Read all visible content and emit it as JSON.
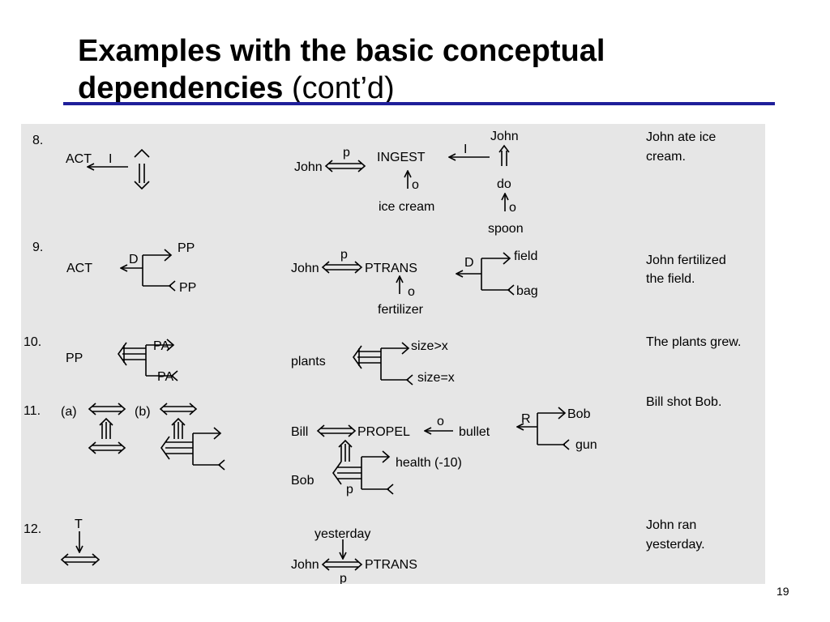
{
  "title": {
    "line1": "Examples with the basic conceptual",
    "line2_bold": "dependencies",
    "line2_normal": " (cont’d)"
  },
  "page_number": "19",
  "colors": {
    "rule": "#1f1f9a",
    "panel": "#e6e6e6"
  },
  "rows": [
    {
      "number": "8.",
      "rule": {
        "act": "ACT",
        "i": "I"
      },
      "example": {
        "john": "John",
        "p": "p",
        "ingest": "INGEST",
        "i": "I",
        "john_top": "John",
        "o1": "o",
        "ice_cream": "ice cream",
        "do": "do",
        "o2": "o",
        "spoon": "spoon"
      },
      "sentence": [
        "John ate ice",
        "cream."
      ]
    },
    {
      "number": "9.",
      "rule": {
        "act": "ACT",
        "d": "D",
        "pp_top": "PP",
        "pp_bottom": "PP"
      },
      "example": {
        "john": "John",
        "p": "p",
        "ptrans": "PTRANS",
        "o": "o",
        "fertilizer": "fertilizer",
        "d": "D",
        "field": "field",
        "bag": "bag"
      },
      "sentence": [
        "John fertilized",
        "the field."
      ]
    },
    {
      "number": "10.",
      "rule": {
        "pp": "PP",
        "pa_top": "PA",
        "pa_bottom": "PA"
      },
      "example": {
        "plants": "plants",
        "size_gt": "size>x",
        "size_eq": "size=x"
      },
      "sentence": [
        "The plants grew."
      ]
    },
    {
      "number": "11.",
      "rule": {
        "a": "(a)",
        "b": "(b)"
      },
      "example": {
        "bill": "Bill",
        "propel": "PROPEL",
        "o": "o",
        "bullet": "bullet",
        "r": "R",
        "bob_top": "Bob",
        "gun": "gun",
        "bob": "Bob",
        "p": "p",
        "health": "health (-10)"
      },
      "sentence": [
        "Bill shot Bob."
      ]
    },
    {
      "number": "12.",
      "rule": {
        "t": "T"
      },
      "example": {
        "yesterday": "yesterday",
        "john": "John",
        "ptrans": "PTRANS",
        "p": "p"
      },
      "sentence": [
        "John ran",
        "yesterday."
      ]
    }
  ]
}
